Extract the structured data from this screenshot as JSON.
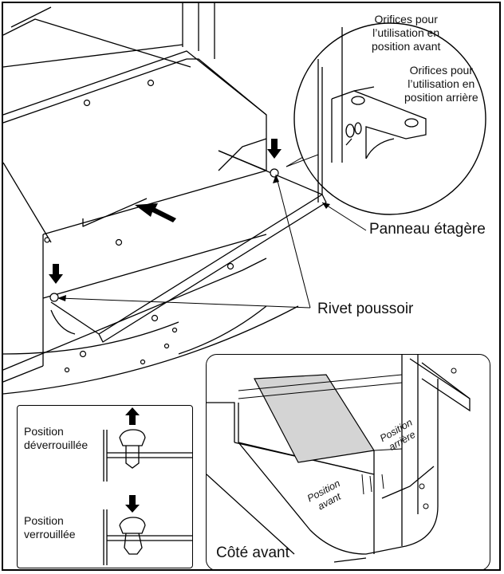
{
  "labels": {
    "orifices_avant": [
      "Orifices pour",
      "l’utilisation en",
      "position avant"
    ],
    "orifices_arriere": [
      "Orifices pour",
      "l’utilisation en",
      "position arrière"
    ],
    "panneau": "Panneau étagère",
    "rivet": "Rivet poussoir",
    "deverrouillee": [
      "Position",
      "déverrouillée"
    ],
    "verrouillee": [
      "Position",
      "verrouillée"
    ],
    "position_arriere": [
      "Position",
      "arrière"
    ],
    "position_avant": [
      "Position",
      "avant"
    ],
    "cote_avant": "Côté avant"
  }
}
